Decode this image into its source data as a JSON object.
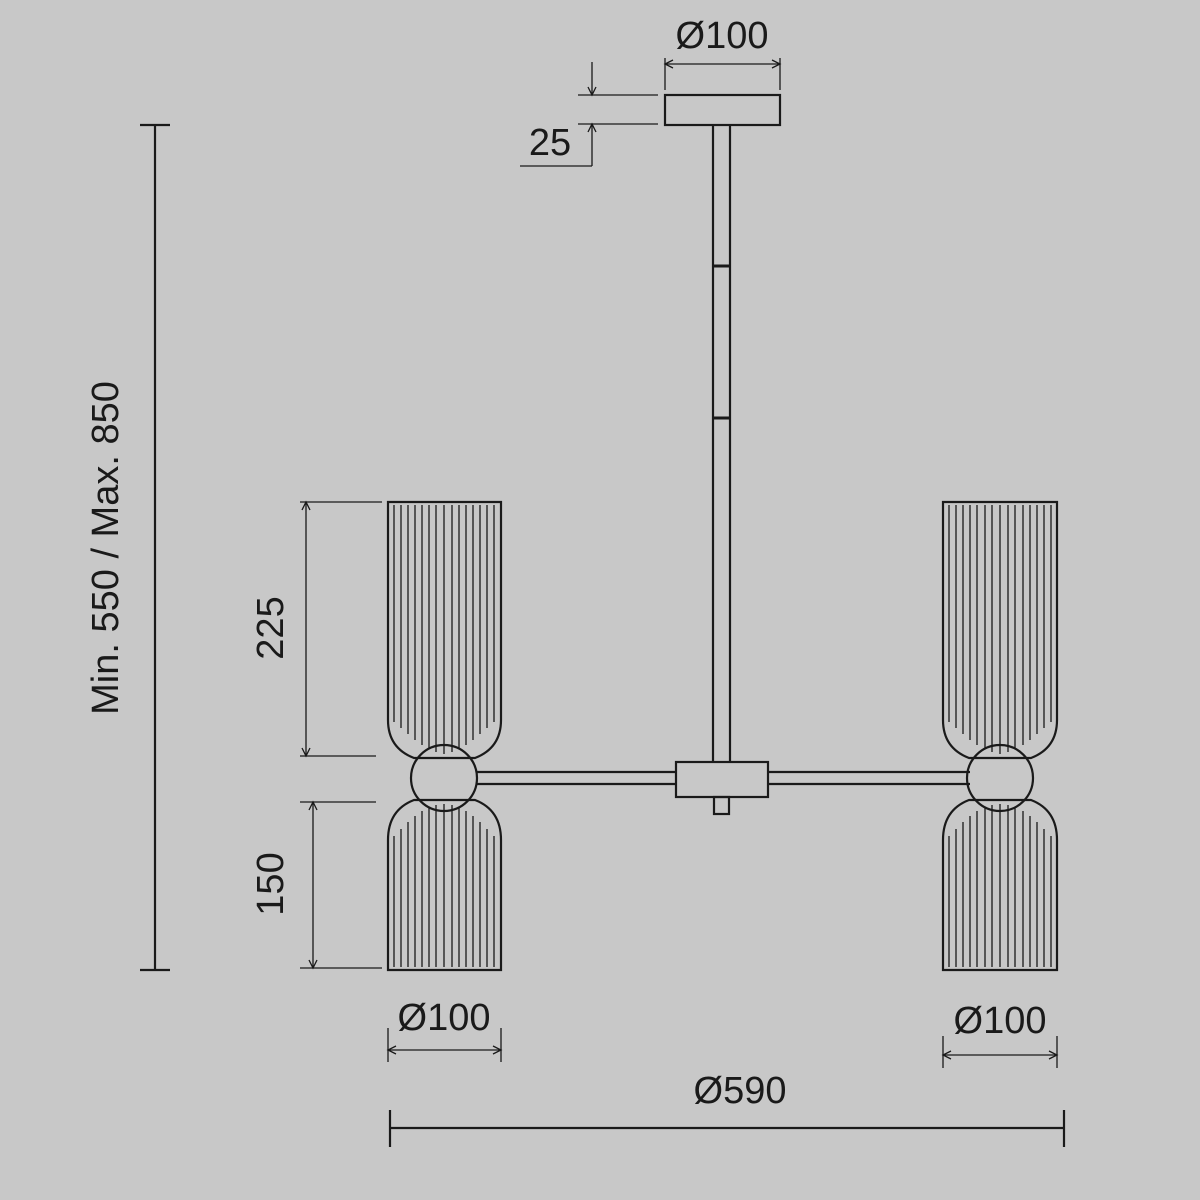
{
  "colors": {
    "background": "#c8c8c8",
    "line": "#1a1a1a"
  },
  "dimensions": {
    "canopy_diameter": "Ø100",
    "canopy_height": "25",
    "overall_height": "Min. 550 / Max. 850",
    "upper_shade_height": "225",
    "lower_shade_height": "150",
    "left_shade_diameter": "Ø100",
    "right_shade_diameter": "Ø100",
    "overall_width": "Ø590"
  }
}
